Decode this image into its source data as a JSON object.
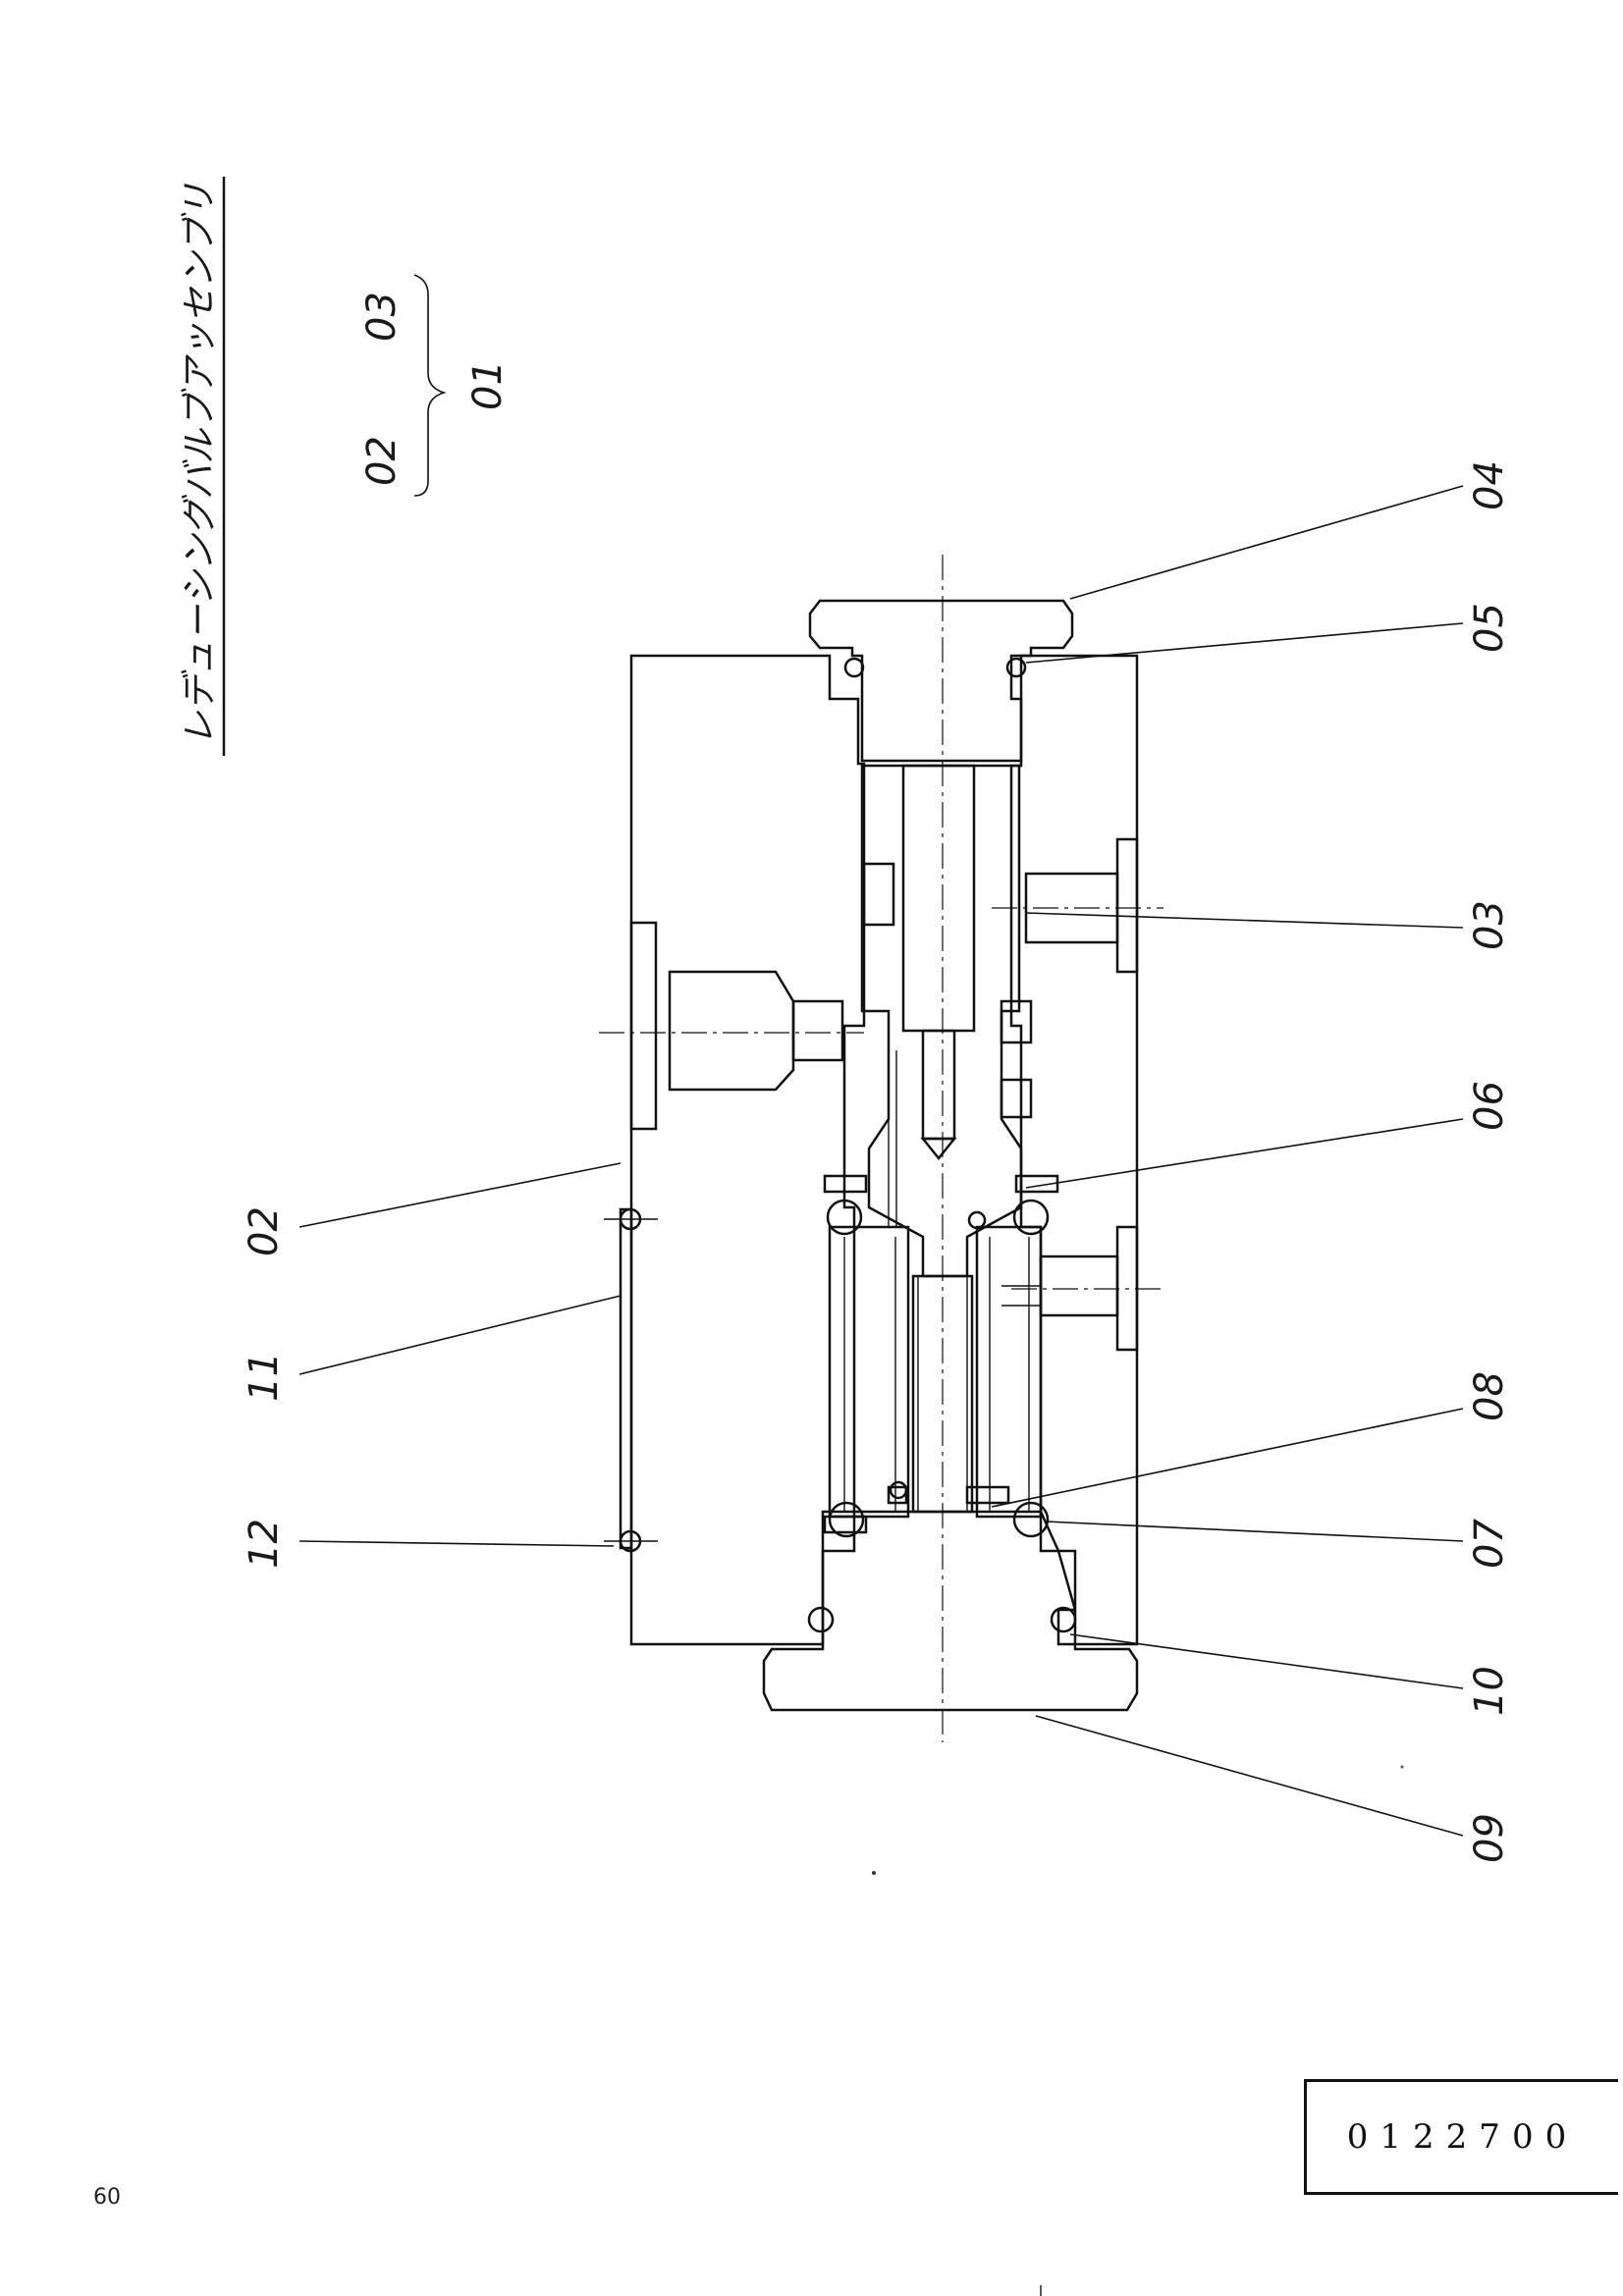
{
  "title": "レデューシングバルブアッセンブリ",
  "assembly_formula": {
    "components": [
      "02",
      "03"
    ],
    "result": "01"
  },
  "callouts": {
    "left": [
      "02",
      "11",
      "12"
    ],
    "right": [
      "04",
      "05",
      "03",
      "06",
      "08",
      "07",
      "10",
      "09"
    ]
  },
  "drawing_number": "0122700",
  "page_number": "60"
}
